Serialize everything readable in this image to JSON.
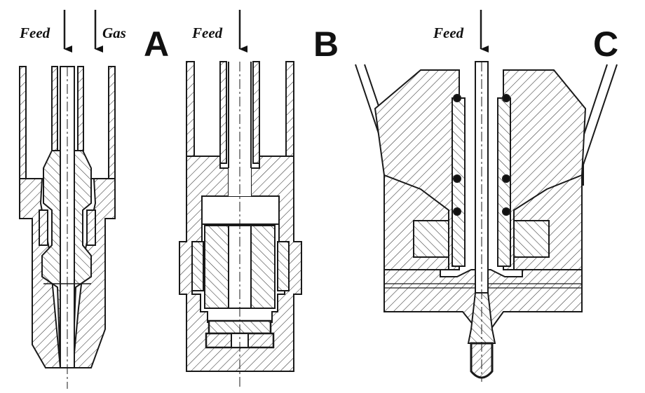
{
  "panels": [
    {
      "id": "A",
      "letter": "A",
      "labels": [
        "Feed",
        "Gas"
      ]
    },
    {
      "id": "B",
      "letter": "B",
      "labels": [
        "Feed"
      ]
    },
    {
      "id": "C",
      "letter": "C",
      "labels": [
        "Feed"
      ]
    }
  ],
  "colors": {
    "line": "#1a1a1a",
    "background": "#ffffff",
    "hatch": "#333333"
  }
}
